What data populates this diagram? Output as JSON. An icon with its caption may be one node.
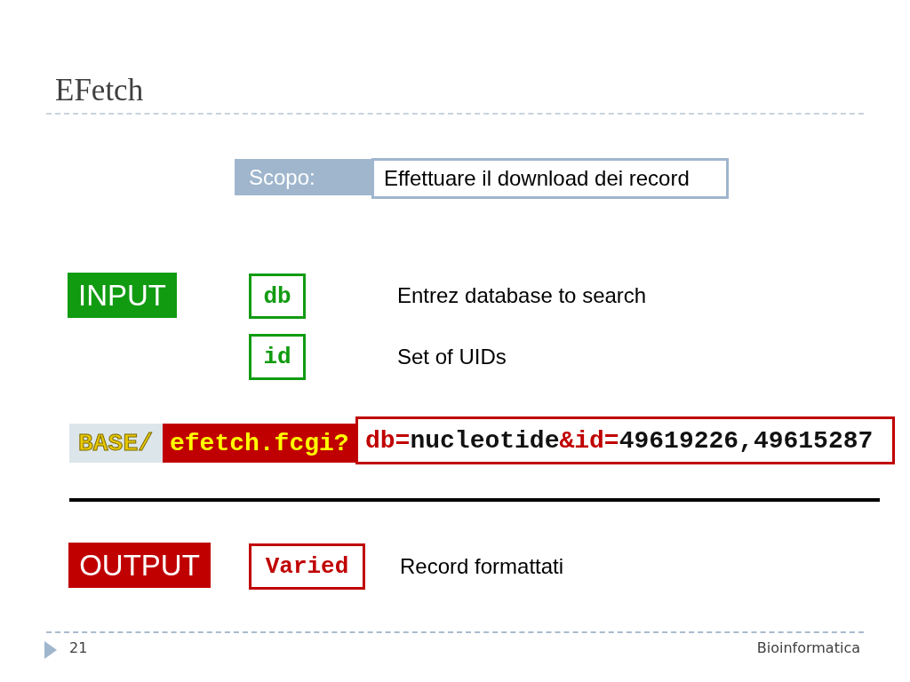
{
  "diagram": {
    "title": "EFetch",
    "nodes": [
      {
        "text": [
          "Scopo:"
        ]
      },
      {
        "text": [
          "Effettuare il download dei record"
        ]
      },
      {
        "text": [
          "INPUT"
        ]
      },
      {
        "text": [
          "db"
        ]
      },
      {
        "text": [
          "id"
        ]
      },
      {
        "text": [
          "BASE/"
        ]
      },
      {
        "text": [
          "efetch.fcgi?"
        ]
      },
      {
        "text": [
          "db=nucleotide&id=49619226,49615287"
        ]
      },
      {
        "text": [
          "OUTPUT"
        ]
      },
      {
        "text": [
          "Varied"
        ],
        "beside": [
          "Record formattati"
        ]
      }
    ],
    "labels": [
      "Entrez database to search",
      "Set of UIDs",
      "21",
      "Bioinformatica"
    ]
  }
}
